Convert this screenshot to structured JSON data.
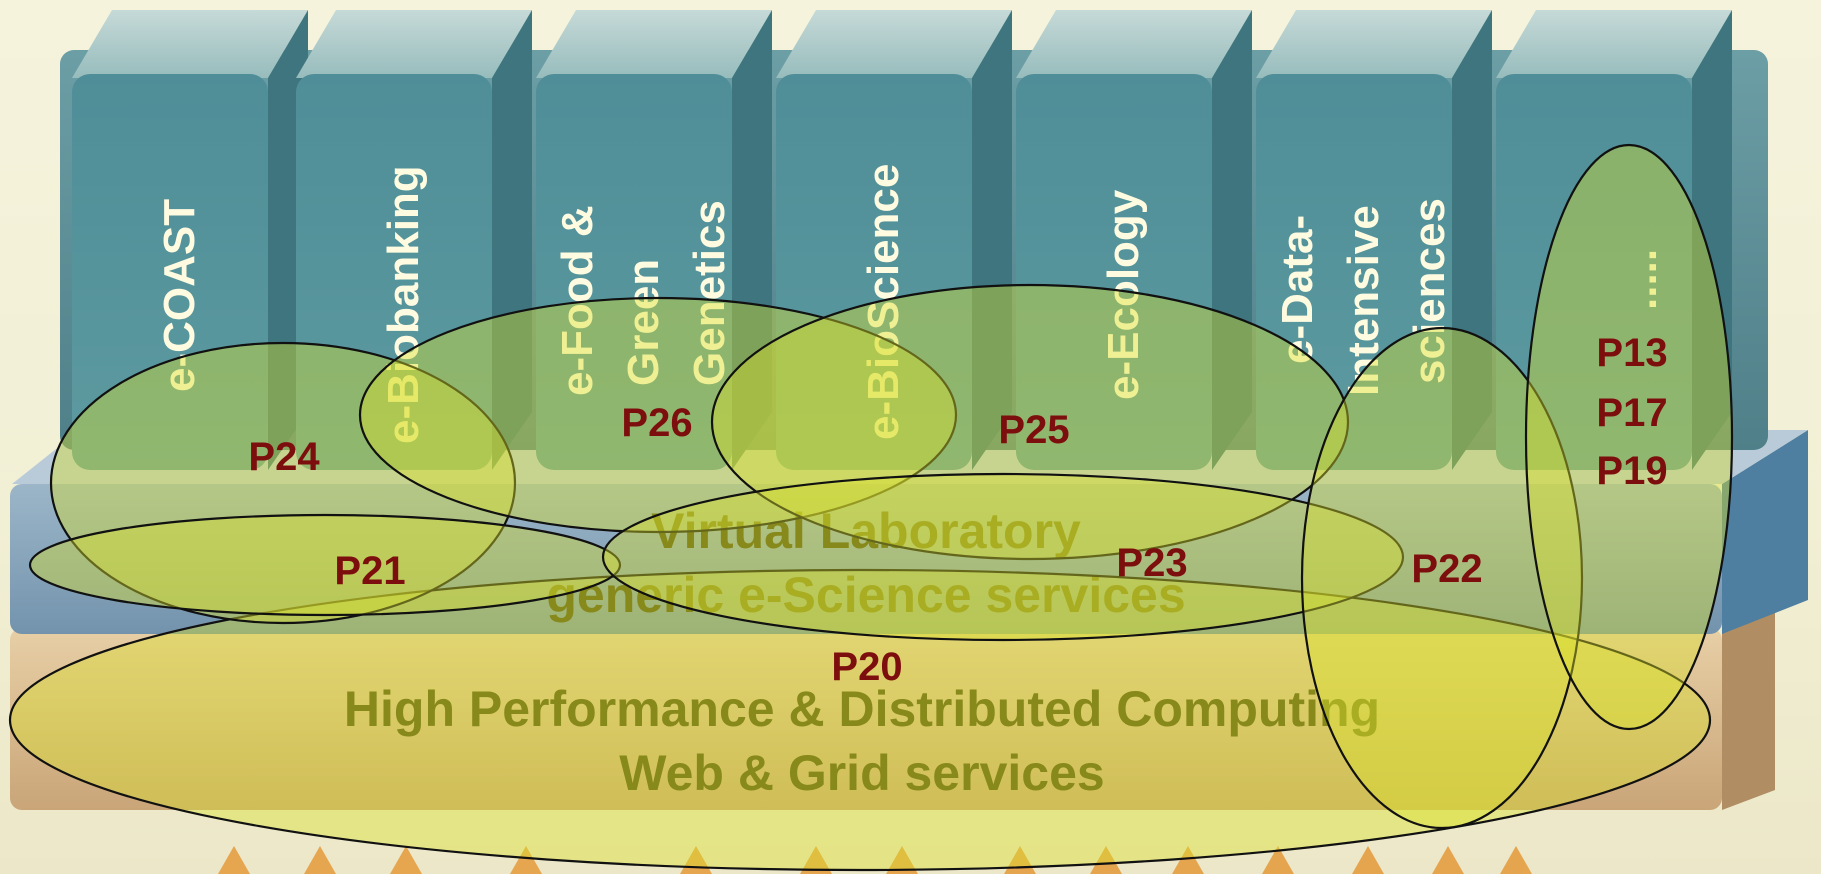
{
  "pillars": [
    {
      "lines": [
        "e-COAST"
      ]
    },
    {
      "lines": [
        "e-Biobanking"
      ]
    },
    {
      "lines": [
        "e-Food &",
        "Green",
        "Genetics"
      ]
    },
    {
      "lines": [
        "e-BioScience"
      ]
    },
    {
      "lines": [
        "e-Ecology"
      ]
    },
    {
      "lines": [
        "e-Data-",
        "Intensive",
        "sciences"
      ]
    },
    {
      "lines": [
        "....."
      ]
    }
  ],
  "virtual_lab": {
    "line1": "Virtual Laboratory",
    "line2": "generic e-Science services"
  },
  "computing": {
    "line1": "High Performance & Distributed Computing",
    "line2": "Web & Grid services"
  },
  "projects": {
    "p24": "P24",
    "p26": "P26",
    "p25": "P25",
    "p21": "P21",
    "p23": "P23",
    "p22": "P22",
    "p20": "P20",
    "p13": "P13",
    "p17": "P17",
    "p19": "P19"
  },
  "colors": {
    "pillar": "#56929a",
    "virtual_lab": "#7e9cb2",
    "computing": "#d9b98a",
    "ellipse_fill": "#d8e02a",
    "project_label": "#7d0e0e",
    "layer_text": "#4d4a0f",
    "pillar_text": "#fffbe0"
  }
}
